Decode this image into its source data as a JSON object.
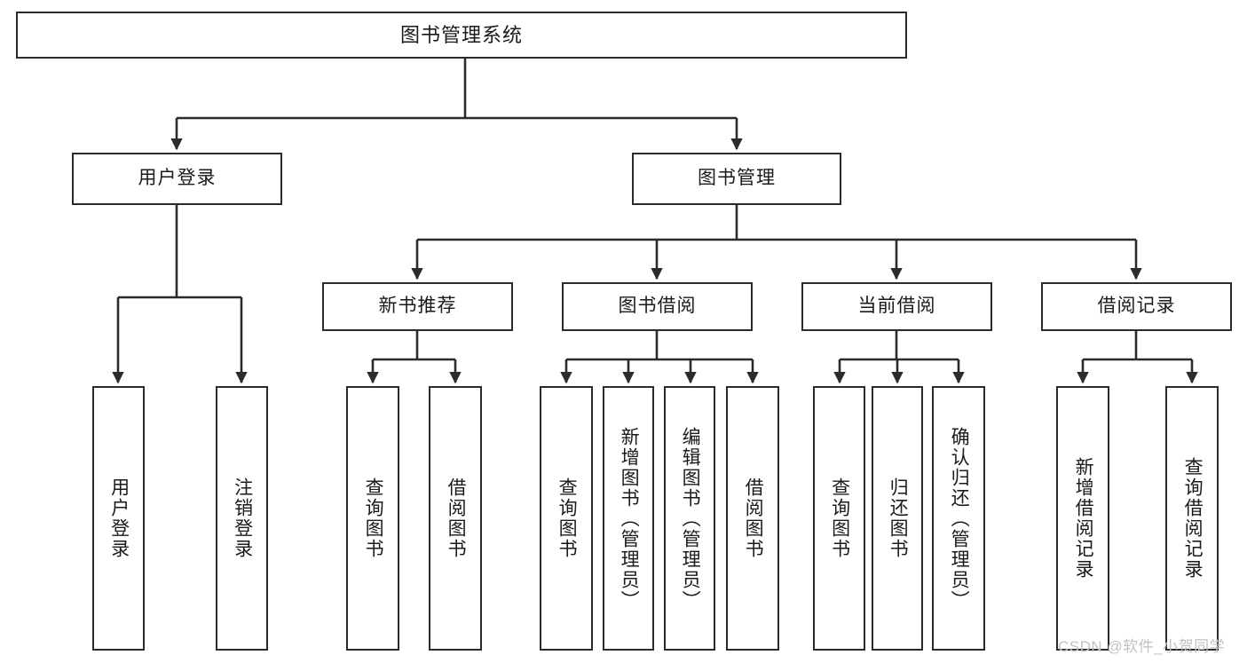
{
  "diagram": {
    "title": "图书管理系统",
    "type": "tree-structure-chart",
    "colors": {
      "node_border": "#2b2b2b",
      "node_fill": "#ffffff",
      "connector": "#2b2b2b",
      "text": "#1a1a1a",
      "watermark": "#c2c2c2",
      "background": "#ffffff"
    },
    "watermark": "CSDN @软件_小贺同学"
  },
  "nodes": {
    "root": {
      "label": "图书管理系统"
    },
    "level2": [
      {
        "id": "user-login",
        "label": "用户登录"
      },
      {
        "id": "book-management",
        "label": "图书管理"
      }
    ],
    "level3": [
      {
        "id": "new-book-recommend",
        "label": "新书推荐"
      },
      {
        "id": "book-borrow",
        "label": "图书借阅"
      },
      {
        "id": "current-borrow",
        "label": "当前借阅"
      },
      {
        "id": "borrow-record",
        "label": "借阅记录"
      }
    ],
    "leaves": {
      "user_login": [
        {
          "id": "leaf-user-login",
          "label": "用户登录"
        },
        {
          "id": "leaf-user-logout",
          "label": "注销登录"
        }
      ],
      "new_book_recommend": [
        {
          "id": "leaf-query-book-1",
          "label": "查询图书"
        },
        {
          "id": "leaf-borrow-book-1",
          "label": "借阅图书"
        }
      ],
      "book_borrow": [
        {
          "id": "leaf-query-book-2",
          "label": "查询图书"
        },
        {
          "id": "leaf-add-book",
          "label": "新增图书（管理员）"
        },
        {
          "id": "leaf-edit-book",
          "label": "编辑图书（管理员）"
        },
        {
          "id": "leaf-borrow-book-2",
          "label": "借阅图书"
        }
      ],
      "current_borrow": [
        {
          "id": "leaf-query-book-3",
          "label": "查询图书"
        },
        {
          "id": "leaf-return-book",
          "label": "归还图书"
        },
        {
          "id": "leaf-confirm-return",
          "label": "确认归还（管理员）"
        }
      ],
      "borrow_record": [
        {
          "id": "leaf-add-record",
          "label": "新增借阅记录"
        },
        {
          "id": "leaf-query-record",
          "label": "查询借阅记录"
        }
      ]
    }
  }
}
